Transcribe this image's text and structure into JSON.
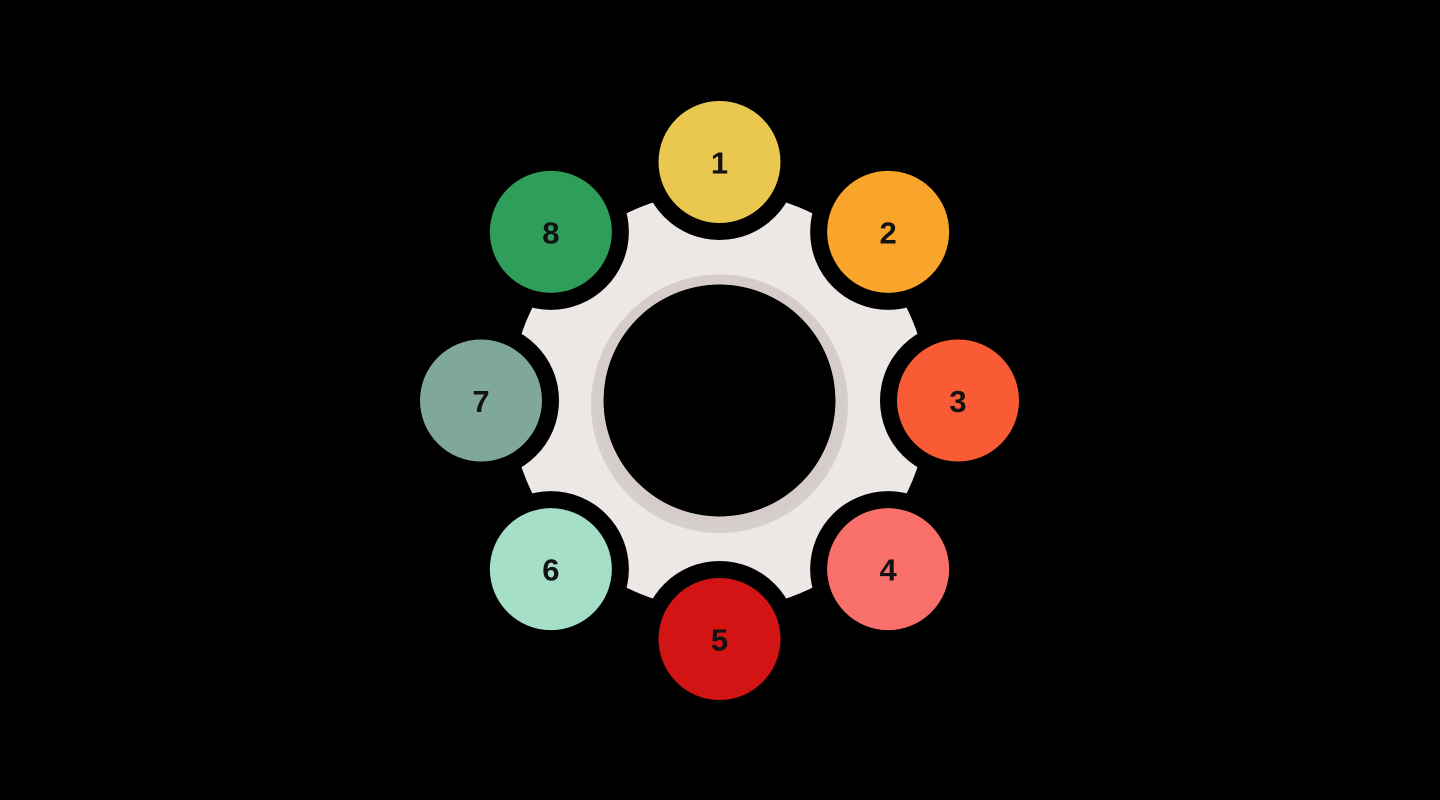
{
  "page": {
    "background": "#000000"
  },
  "diagram": {
    "type": "gear-cycle",
    "gear": {
      "body_color": "#EDE8E6",
      "ring_color": "#D6CDCB",
      "ring_shadow_color": "rgba(0,0,0,0.10)"
    },
    "label_color": "#121212",
    "items": [
      {
        "label": "1",
        "color": "#EAC74E"
      },
      {
        "label": "2",
        "color": "#F9A42B"
      },
      {
        "label": "3",
        "color": "#F95B35"
      },
      {
        "label": "4",
        "color": "#F9706B"
      },
      {
        "label": "5",
        "color": "#D21414"
      },
      {
        "label": "6",
        "color": "#A5DFC8"
      },
      {
        "label": "7",
        "color": "#7FA89B"
      },
      {
        "label": "8",
        "color": "#2F9E5B"
      }
    ]
  }
}
